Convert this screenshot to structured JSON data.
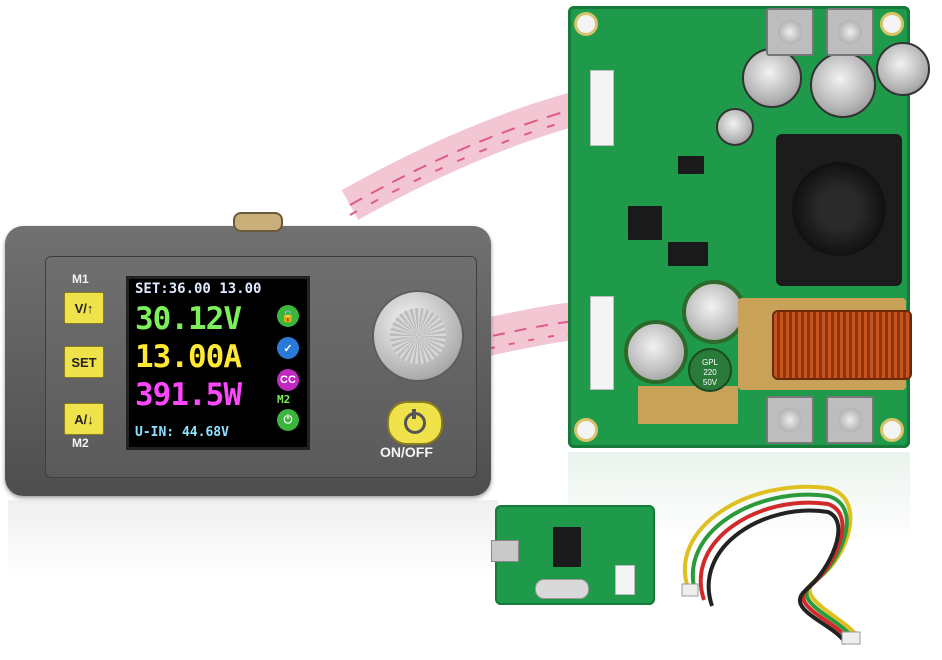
{
  "meter": {
    "buttons": {
      "m1_label": "M1",
      "v_up": "V/↑",
      "set": "SET",
      "a_down": "A/↓",
      "m2_label": "M2"
    },
    "screen": {
      "set_line": "SET:36.00 13.00",
      "voltage": "30.12V",
      "current": "13.00A",
      "power": "391.5W",
      "mode_badge": "CC",
      "memory": "M2",
      "input_voltage": "U-IN: 44.68V"
    },
    "power_label": "ON/OFF"
  },
  "capacitor_label": [
    "GPL",
    "220",
    "50V"
  ],
  "colors": {
    "pcb": "#1f9a4a",
    "button": "#f0e24a",
    "voltage": "#7cf05a",
    "current": "#ffe933",
    "power": "#ff47ff",
    "input": "#8fe2ff"
  }
}
